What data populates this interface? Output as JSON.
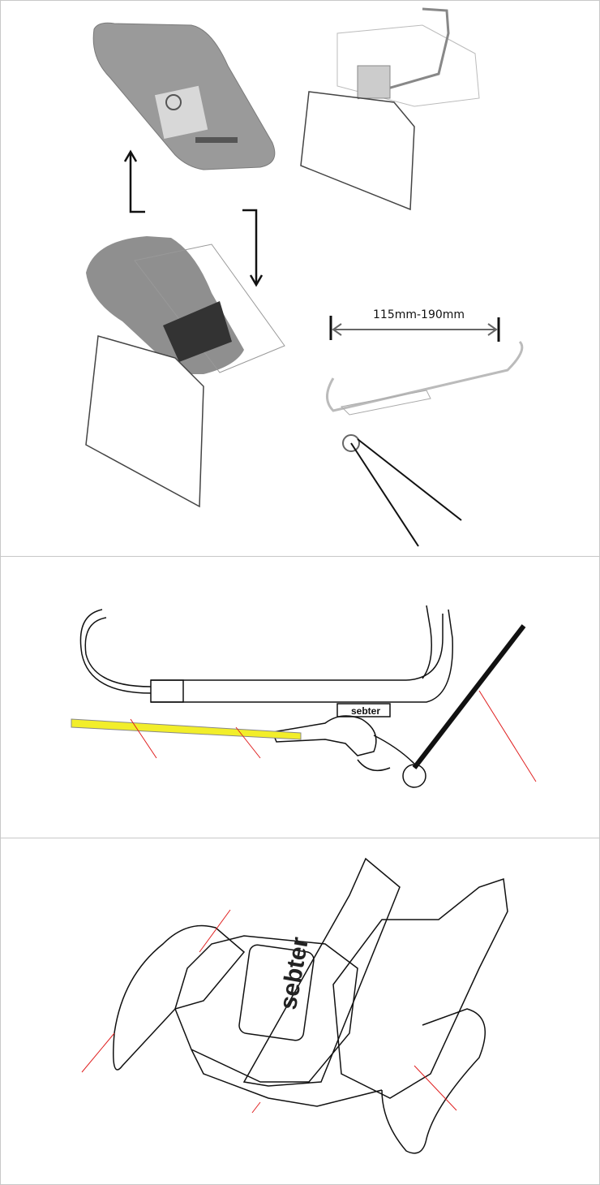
{
  "panel_install": {
    "dimension_label": "115mm-190mm"
  },
  "panel_side_view": {
    "brand_label": "sebter"
  },
  "panel_clip_detail": {
    "brand_label": "sebter"
  },
  "colors": {
    "visor_gray": "#8f8f8f",
    "callout_red": "#e02020",
    "highlight_yellow": "#f2ee2a"
  }
}
